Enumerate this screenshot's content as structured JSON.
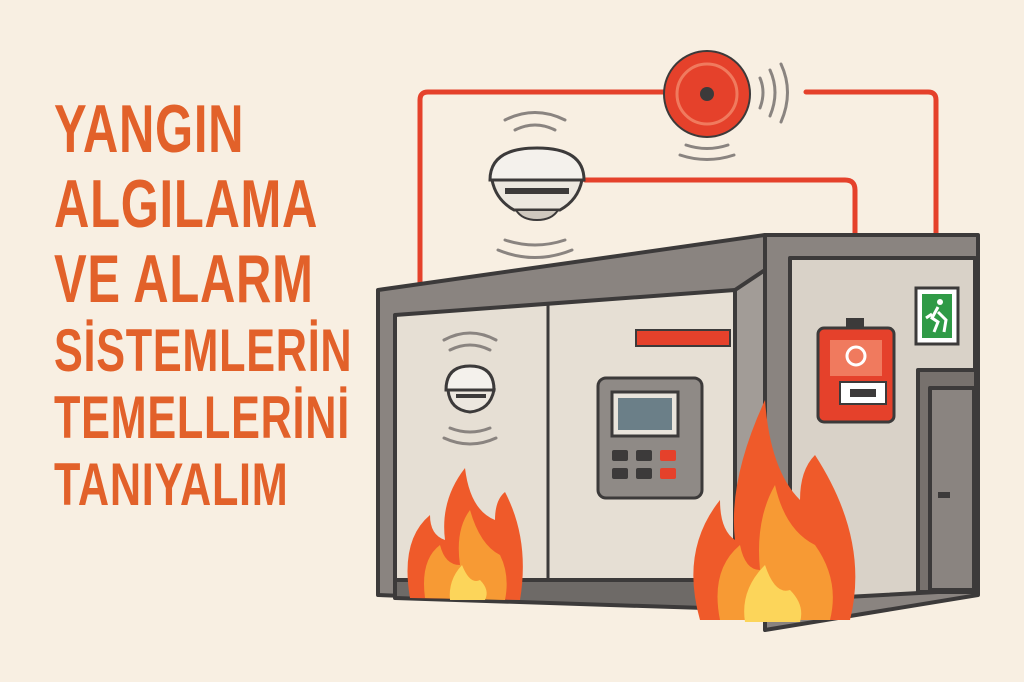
{
  "title": {
    "lines": [
      "YANGIN",
      "ALGILAMA",
      "VE ALARM",
      "SİSTEMLERİN",
      "TEMELLERİNİ",
      "TANIYALIM"
    ]
  },
  "colors": {
    "background": "#f8efe2",
    "title": "#e2612a",
    "wire": "#e5412b",
    "wall": "#8a8480",
    "exit_sign": "#2f9a46"
  },
  "icons": [
    "smoke-detector-icon",
    "alarm-bell-icon",
    "manual-call-point-icon",
    "exit-sign-icon",
    "control-panel-icon",
    "flame-icon"
  ]
}
